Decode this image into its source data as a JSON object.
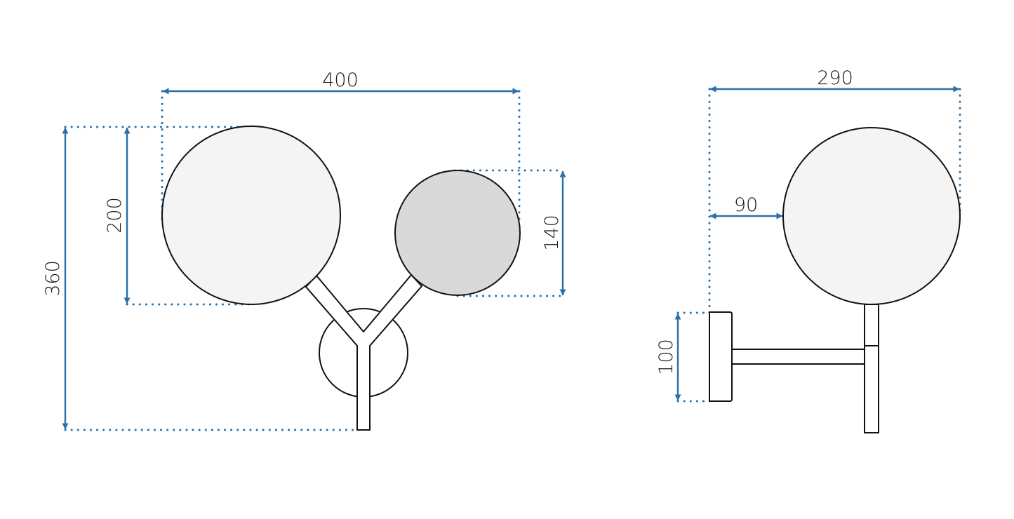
{
  "diagram": {
    "type": "technical-dimension-drawing",
    "subject": "wall lamp with two globe shades",
    "colors": {
      "dimension": "#2a6fa8",
      "outline": "#111111",
      "globe_light": "#f4f4f4",
      "globe_grey": "#d9d9d9",
      "background": "#ffffff"
    },
    "front_view": {
      "width_label": "400",
      "height_total_label": "360",
      "large_globe_diameter_label": "200",
      "small_globe_diameter_label": "140"
    },
    "side_view": {
      "depth_total_label": "290",
      "wall_to_globe_label": "90",
      "wall_plate_height_label": "100"
    }
  }
}
